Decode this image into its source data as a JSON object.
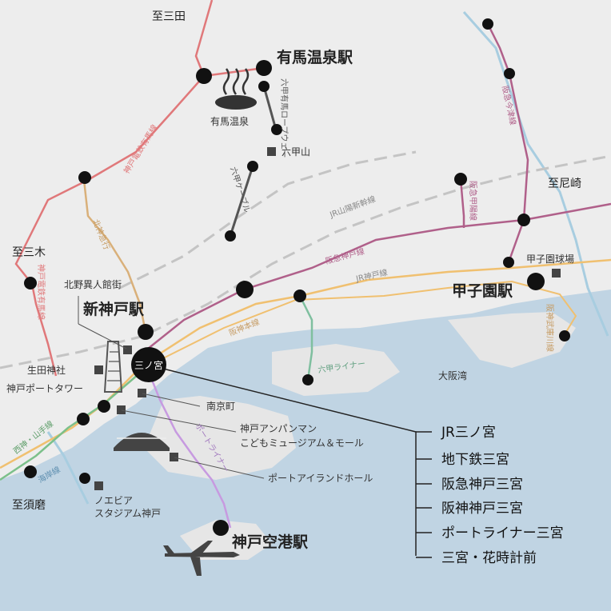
{
  "directions": {
    "sanda": "至三田",
    "amagasaki": "至尼崎",
    "miki": "至三木",
    "suma": "至須磨"
  },
  "stations": {
    "arima_onsen": "有馬温泉駅",
    "shin_kobe": "新神戸駅",
    "koshien": "甲子園駅",
    "kobe_airport": "神戸空港駅",
    "sannomiya": "三ノ宮"
  },
  "places": {
    "arima_onsen": "有馬温泉",
    "rokko_san": "六甲山",
    "kitano": "北野異人館街",
    "koshien_stadium": "甲子園球場",
    "ikuta_shrine": "生田神社",
    "port_tower": "神戸ポートタワー",
    "nankinmachi": "南京町",
    "anpanman_1": "神戸アンパンマン",
    "anpanman_2": "こどもミュージアム＆モール",
    "port_island_hall": "ポートアイランドホール",
    "noevir_1": "ノエビア",
    "noevir_2": "スタジアム神戸",
    "osaka_bay": "大阪湾"
  },
  "lines": {
    "arima_ropeway": "六甲有馬ロープウェー",
    "rokko_cable": "六甲ケーブル",
    "shintetsu_arima": "神戸電鉄有馬線",
    "hokushin": "北神急行",
    "shintetsu_ao": "神戸電鉄有馬線",
    "imazu": "阪急今津線",
    "koyo": "阪急甲陽線",
    "sanyo_shinkansen": "JR山陽新幹線",
    "hankyu_kobe": "阪急神戸線",
    "jr_kobe": "JR神戸線",
    "hanshin": "阪神本線",
    "hanshin_mukogawa": "阪神武庫川線",
    "rokko_liner": "六甲ライナー",
    "port_liner": "ポートライナー",
    "seishin": "西神・山手線",
    "kaigan": "海岸線"
  },
  "sannomiya_stations": [
    "JR三ノ宮",
    "地下鉄三宮",
    "阪急神戸三宮",
    "阪神神戸三宮",
    "ポートライナー三宮",
    "三宮・花時計前"
  ],
  "colors": {
    "sea": "#c0d4e3",
    "land": "#ededed",
    "island": "#e6e6e6",
    "shintetsu": "#e0787a",
    "hankyu": "#b0608a",
    "jr": "#f0c070",
    "shinkansen": "#c4c4c4",
    "hokushin": "#d9b07a",
    "port_liner": "#c79ae0",
    "rokko_liner": "#7fbf9f",
    "seishin": "#7cc08a",
    "river": "#a8cde0",
    "cable": "#555555"
  }
}
